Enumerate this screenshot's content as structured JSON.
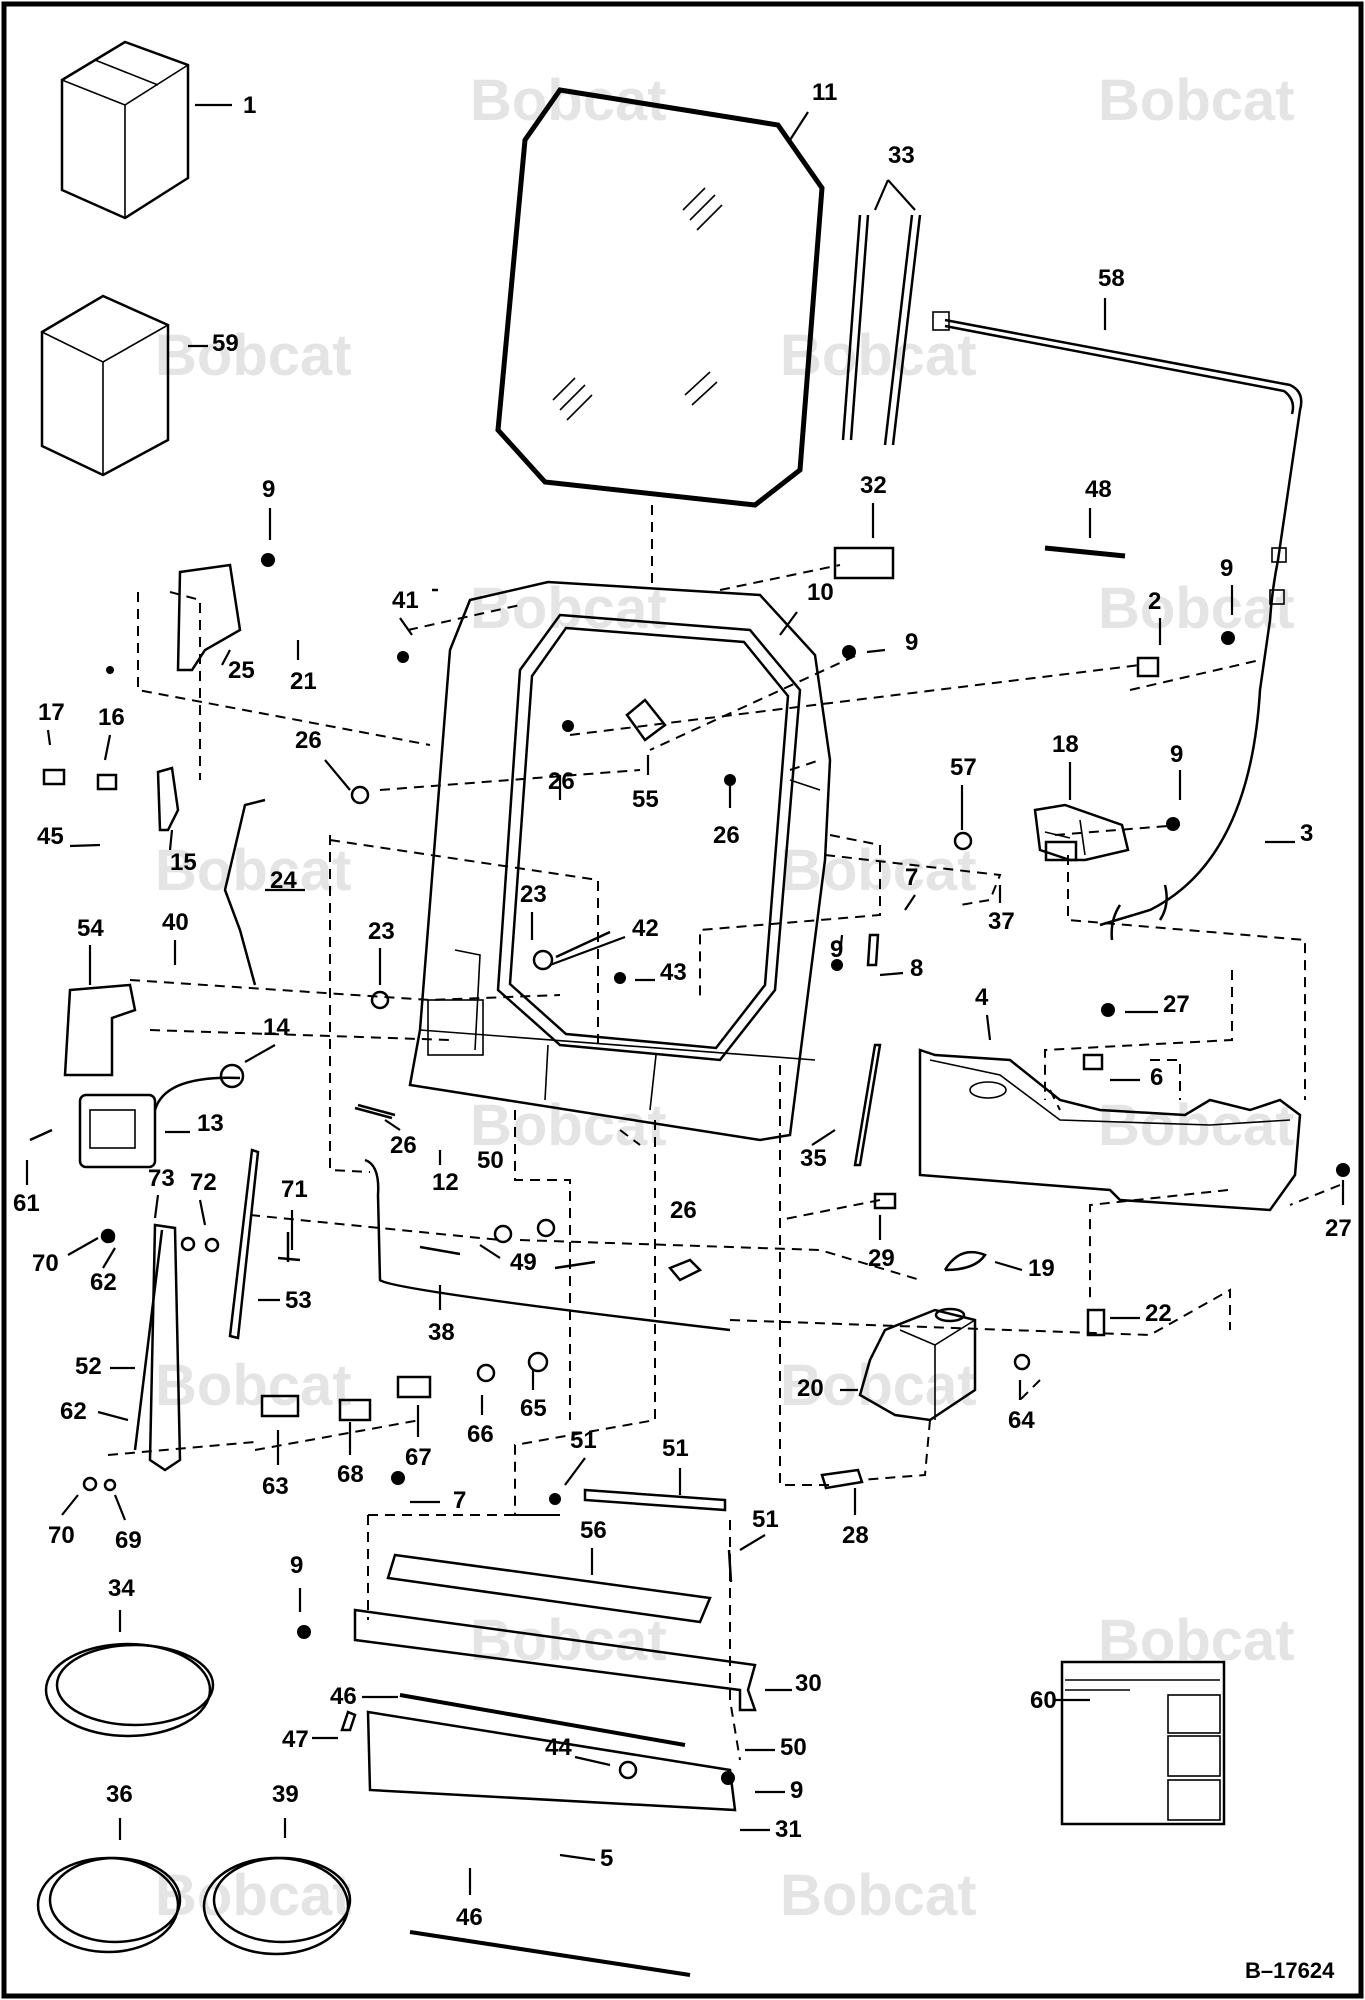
{
  "watermark_text": "Bobcat",
  "drawing_number": "B–17624",
  "callouts": [
    "1",
    "2",
    "3",
    "4",
    "5",
    "6",
    "7",
    "8",
    "9",
    "10",
    "11",
    "12",
    "13",
    "14",
    "15",
    "16",
    "17",
    "18",
    "19",
    "20",
    "21",
    "22",
    "23",
    "24",
    "25",
    "26",
    "27",
    "28",
    "29",
    "30",
    "31",
    "32",
    "33",
    "34",
    "35",
    "36",
    "37",
    "38",
    "39",
    "40",
    "41",
    "42",
    "43",
    "44",
    "45",
    "46",
    "47",
    "48",
    "49",
    "50",
    "51",
    "52",
    "53",
    "54",
    "55",
    "56",
    "57",
    "58",
    "59",
    "60",
    "61",
    "62",
    "63",
    "64",
    "65",
    "66",
    "67",
    "68",
    "69",
    "70",
    "71",
    "72",
    "73"
  ],
  "icons": [
    "kit-box",
    "kit-box",
    "decal-sheet",
    "window-glass",
    "door-frame",
    "wiper-motor",
    "washer-bottle",
    "door-latch",
    "wiper-arm",
    "hose-coil",
    "wiper-hose",
    "cross-panel"
  ]
}
